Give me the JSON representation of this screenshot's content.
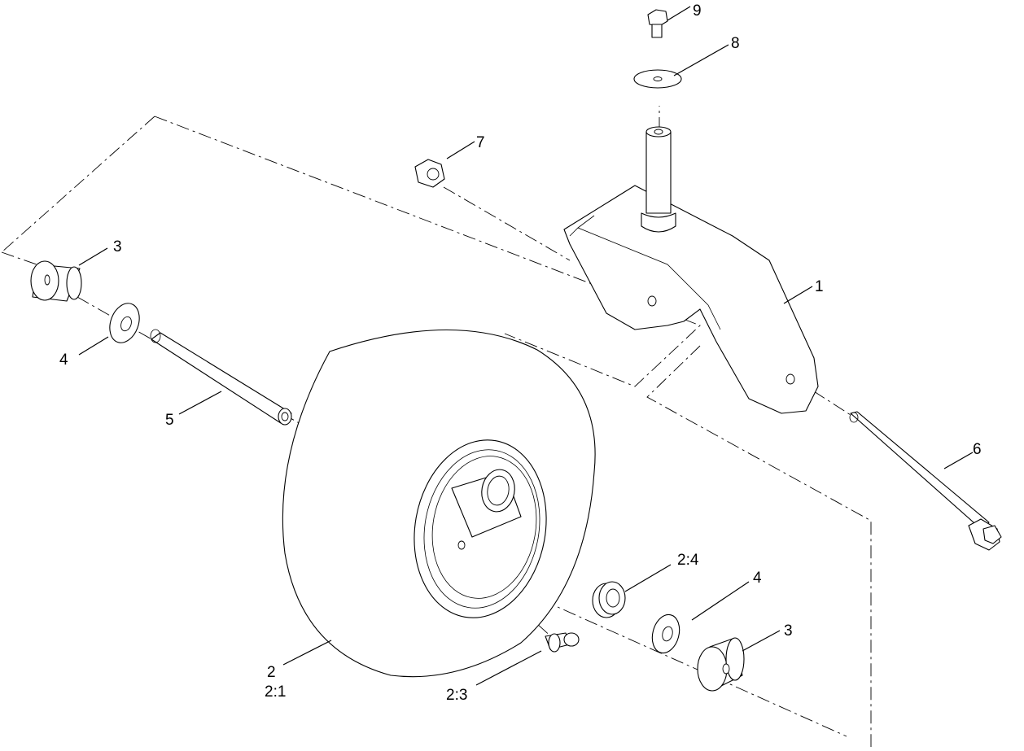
{
  "callouts": {
    "c1": "1",
    "c2": "2",
    "c2_1": "2:1",
    "c2_3": "2:3",
    "c2_4": "2:4",
    "c3_top": "3",
    "c3_bottom": "3",
    "c4_left": "4",
    "c4_right": "4",
    "c5": "5",
    "c6": "6",
    "c7": "7",
    "c8": "8",
    "c9": "9"
  }
}
